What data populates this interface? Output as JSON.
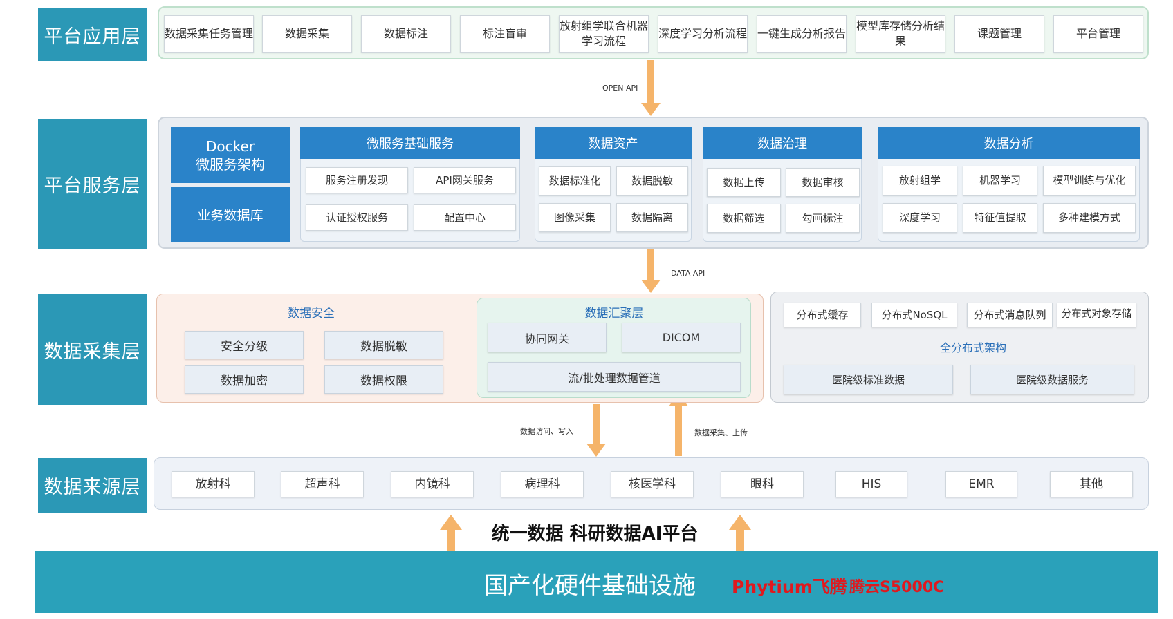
{
  "layers": {
    "app": "平台应用层",
    "service": "平台服务层",
    "collect": "数据采集层",
    "source": "数据来源层"
  },
  "app_items": [
    "数据采集任务管理",
    "数据采集",
    "数据标注",
    "标注盲审",
    "放射组学联合机器学习流程",
    "深度学习分析流程",
    "一键生成分析报告",
    "模型库存储分析结果",
    "课题管理",
    "平台管理"
  ],
  "arrows": {
    "open_api": "OPEN API",
    "data_api": "DATA API",
    "access_write": "数据访问、写入",
    "collect_upload": "数据采集、上传"
  },
  "service": {
    "docker_line1": "Docker",
    "docker_line2": "微服务架构",
    "business_db": "业务数据库",
    "micro": {
      "title": "微服务基础服务",
      "items": [
        "服务注册发现",
        "API网关服务",
        "认证授权服务",
        "配置中心"
      ]
    },
    "asset": {
      "title": "数据资产",
      "items": [
        "数据标准化",
        "数据脱敏",
        "图像采集",
        "数据隔离"
      ]
    },
    "govern": {
      "title": "数据治理",
      "items": [
        "数据上传",
        "数据审核",
        "数据筛选",
        "勾画标注"
      ]
    },
    "analysis": {
      "title": "数据分析",
      "items": [
        "放射组学",
        "机器学习",
        "模型训练与优化",
        "深度学习",
        "特征值提取",
        "多种建模方式"
      ]
    }
  },
  "collect": {
    "security": {
      "title": "数据安全",
      "items": [
        "安全分级",
        "数据脱敏",
        "数据加密",
        "数据权限"
      ]
    },
    "aggregate": {
      "title": "数据汇聚层",
      "items": [
        "协同网关",
        "DICOM",
        "流/批处理数据管道"
      ]
    },
    "distributed": {
      "items": [
        "分布式缓存",
        "分布式NoSQL",
        "分布式消息队列",
        "分布式对象存储"
      ],
      "arch": "全分布式架构",
      "bottom": [
        "医院级标准数据",
        "医院级数据服务"
      ]
    }
  },
  "sources": [
    "放射科",
    "超声科",
    "内镜科",
    "病理科",
    "核医学科",
    "眼科",
    "HIS",
    "EMR",
    "其他"
  ],
  "platform_title": "统一数据 科研数据AI平台",
  "infra": {
    "label": "国产化硬件基础设施",
    "brand1": "Phytium飞腾",
    "brand2": "腾云S5000C"
  },
  "colors": {
    "layer_label": "#2b98b6",
    "header_blue": "#2a83c9",
    "arrow": "#f5b46a",
    "brand_red": "#e0191e",
    "infra_bg": "#2aa1ba"
  }
}
